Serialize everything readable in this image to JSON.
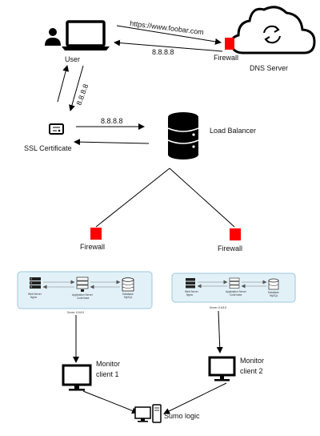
{
  "nodes": {
    "user": "User",
    "dns_server": "DNS Server",
    "firewall_dns": "Firewall",
    "ssl_certificate": "SSL Certificate",
    "load_balancer": "Load Balancer",
    "firewall_left": "Firewall",
    "firewall_right": "Firewall",
    "monitor_1_line1": "Monitor",
    "monitor_1_line2": "client 1",
    "monitor_2_line1": "Monitor",
    "monitor_2_line2": "client 2",
    "sumo_logic": "Sumo logic"
  },
  "edges": {
    "user_to_dns": "https://www.foobar.com",
    "dns_to_user": "8.8.8.8",
    "ssl_to_user": "8.8.8.8",
    "ssl_to_lb": "8.8.8.8"
  },
  "servers": {
    "left": {
      "web": "Web Server",
      "web_sub": "Nginx",
      "app": "Application Server",
      "app_sub": "Code base",
      "db": "Database",
      "db_sub": "MySQL",
      "caption": "Server: 8.8.8.8"
    },
    "right": {
      "web": "Web Server",
      "web_sub": "Nginx",
      "app": "Application Server",
      "app_sub": "Code base",
      "db": "Database",
      "db_sub": "MySQL",
      "caption": "Server: 8.8.8.8"
    }
  },
  "colors": {
    "firewall": "#ff0000",
    "server_panel": "#e2f1f8",
    "server_border": "#9cc8dc"
  }
}
